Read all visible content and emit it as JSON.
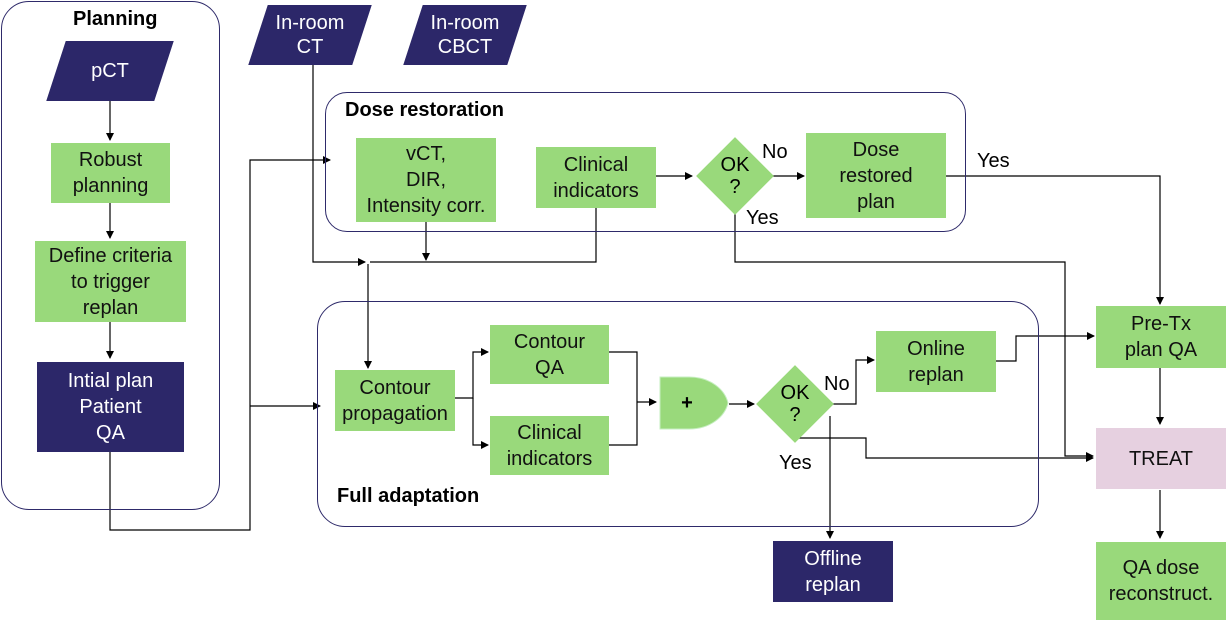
{
  "groups": {
    "planning": "Planning",
    "dose_restoration": "Dose restoration",
    "full_adaptation": "Full adaptation"
  },
  "inputs": {
    "pct": "pCT",
    "inroom_ct": "In-room\nCT",
    "inroom_cbct": "In-room\nCBCT"
  },
  "planning_steps": {
    "robust": "Robust\nplanning",
    "criteria": "Define criteria\nto trigger\nreplan",
    "initial_qa": "Intial plan\nPatient\nQA"
  },
  "dose_restoration": {
    "vct": "vCT,\nDIR,\nIntensity corr.",
    "clinical": "Clinical\nindicators",
    "ok": "OK\n?",
    "restored": "Dose\nrestored\nplan"
  },
  "full_adaptation": {
    "contour_prop": "Contour\npropagation",
    "contour_qa": "Contour\nQA",
    "clinical": "Clinical\nindicators",
    "combine": "+",
    "ok": "OK\n?",
    "online_replan": "Online\nreplan"
  },
  "outputs": {
    "offline_replan": "Offline\nreplan",
    "pretx_qa": "Pre-Tx\nplan QA",
    "treat": "TREAT",
    "qa_dose": "QA dose\nreconstruct."
  },
  "edge_labels": {
    "dr_no": "No",
    "dr_yes_down": "Yes",
    "dr_yes_right": "Yes",
    "fa_no": "No",
    "fa_yes": "Yes"
  },
  "colors": {
    "green": "#99d97b",
    "navy": "#2c2769",
    "pink": "#e6d0e0",
    "border": "#2e2a6a"
  }
}
